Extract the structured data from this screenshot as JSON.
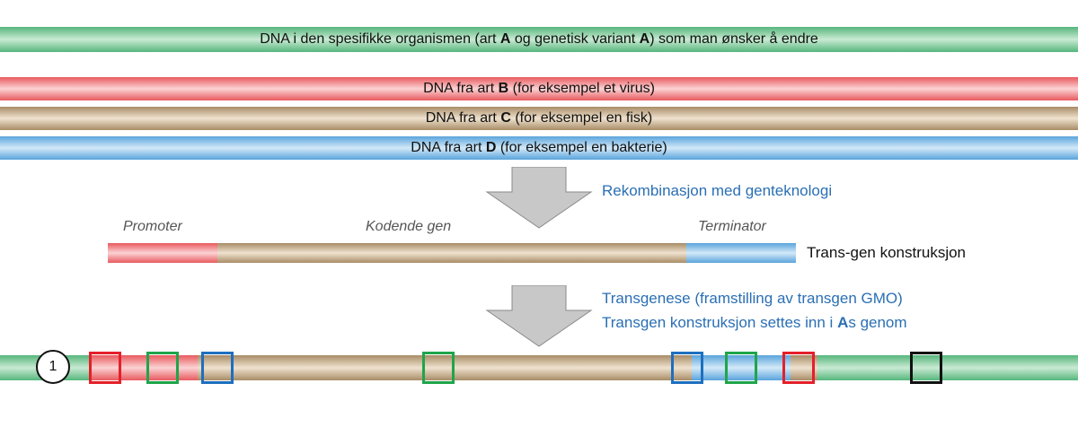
{
  "dna_bands": {
    "a": {
      "pre": "DNA i den spesifikke organismen (art ",
      "b1": "A",
      "mid": " og genetisk variant ",
      "b2": "A",
      "post": ") som man ønsker å endre"
    },
    "b": {
      "pre": "DNA fra art ",
      "bold": "B",
      "post": " (for eksempel et virus)"
    },
    "c": {
      "pre": "DNA fra art ",
      "bold": "C",
      "post": " (for eksempel en fisk)"
    },
    "d": {
      "pre": "DNA fra art ",
      "bold": "D",
      "post": " (for eksempel en bakterie)"
    }
  },
  "step1": {
    "note": "Rekombinasjon med genteknologi"
  },
  "construct": {
    "promoter": "Promoter",
    "coding": "Kodende gen",
    "terminator": "Terminator",
    "label": "Trans-gen konstruksjon"
  },
  "step2": {
    "line1": "Transgenese (framstilling av transgen GMO)",
    "line2_pre": "Transgen konstruksjon settes inn i ",
    "line2_bold": "A",
    "line2_post": "s genom"
  },
  "final": {
    "marker": "1"
  },
  "colors": {
    "species_a": "#56b67c",
    "species_b": "#e85a5f",
    "species_c": "#a88c66",
    "species_d": "#5aa4dc",
    "note_text": "#2a6fb4",
    "arrow": "#c8c8c8"
  }
}
